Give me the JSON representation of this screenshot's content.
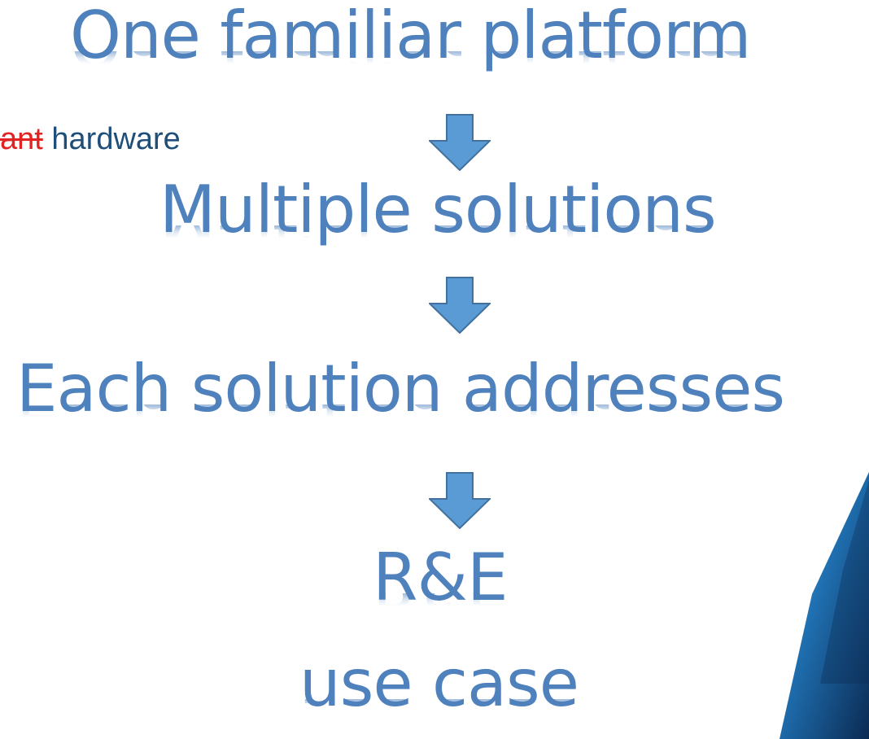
{
  "slide": {
    "lines": [
      "One familiar platform",
      "Multiple solutions",
      "Each solution addresses",
      "R&E",
      "use case"
    ],
    "side_note": {
      "struck_text": "ant",
      "text": "hardware"
    }
  },
  "colors": {
    "heading_blue": "#4f81bd",
    "arrow_fill": "#5b9bd5",
    "arrow_stroke": "#41719c",
    "note_text": "#1f4e79",
    "struck_red": "#e32222",
    "corner_dark": "#0b2a52",
    "corner_light": "#4fb3e8"
  },
  "icons": [
    "down-arrow-icon",
    "down-arrow-icon",
    "down-arrow-icon"
  ]
}
